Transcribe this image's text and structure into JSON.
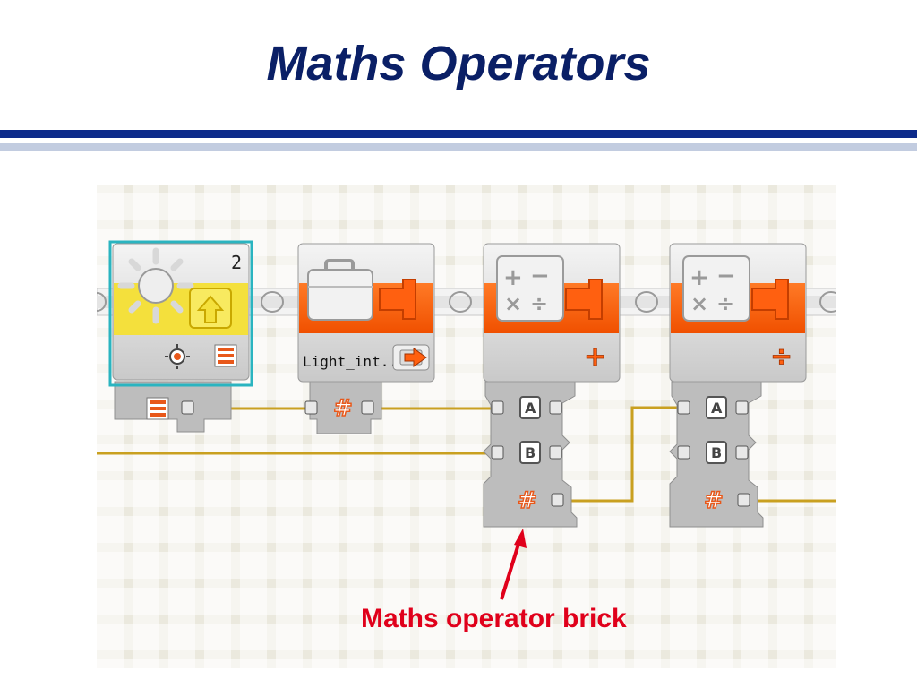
{
  "slide": {
    "title": "Maths Operators",
    "caption": "Maths operator brick"
  },
  "blocks": {
    "light_sensor": {
      "port": "2",
      "selected": true
    },
    "variable": {
      "label": "Light_int..."
    },
    "math_add": {
      "operation_symbol": "+",
      "ports": [
        "A",
        "B",
        "#"
      ]
    },
    "math_divide": {
      "operation_symbol": "÷",
      "ports": [
        "A",
        "B",
        "#"
      ]
    }
  },
  "icons": {
    "sun": "sun-icon",
    "briefcase": "briefcase-icon",
    "calculator": "calculator-icon"
  },
  "colors": {
    "title": "#0a1f66",
    "rule_dark": "#0c2a8a",
    "rule_light": "#c2cce0",
    "block_orange": "#ff6010",
    "block_yellow": "#f4e03c",
    "selection": "#2ab4c0",
    "wire": "#c9a020",
    "caption": "#e0001b"
  }
}
